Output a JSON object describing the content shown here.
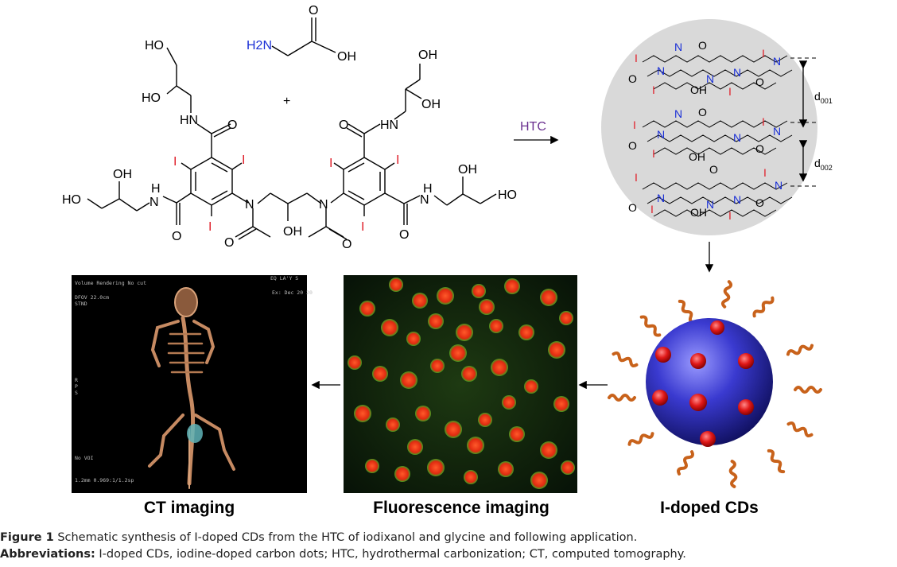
{
  "reaction": {
    "glycine_amine": "H2N",
    "glycine_oxygen": "O",
    "glycine_hydroxyl": "OH",
    "plus": "+",
    "arrow_label": "HTC",
    "iodixanol_labels": {
      "ho": "HO",
      "hn": "HN",
      "h": "H",
      "n": "N",
      "o": "O",
      "oh": "OH",
      "iodine": "I"
    }
  },
  "layers": {
    "d001_main": "d",
    "d001_sub": "001",
    "d002_main": "d",
    "d002_sub": "002",
    "atom_iodine": "I",
    "atom_nitrogen": "N",
    "atom_oxygen": "O",
    "group_hydroxyl": "OH"
  },
  "panels": {
    "ct_label": "CT imaging",
    "fluorescence_label": "Fluorescence imaging",
    "cd_label": "I-doped CDs",
    "ct_overlay": {
      "line1": "Volume Rendering    No cut",
      "line2": "DFOV 22.0cm",
      "line3": "STND",
      "top_right": "EQ LA'Y S",
      "top_right2": "Ex: Dec 20 20",
      "side_r": "R",
      "side_p": "P",
      "side_s": "S",
      "bottom1": "No VOI",
      "bottom2": "1.2mm 0.969:1/1.2sp"
    }
  },
  "caption": {
    "figure_label": "Figure 1",
    "figure_text": "Schematic synthesis of I-doped CDs from the HTC of iodixanol and glycine and following application.",
    "abbr_label": "Abbreviations:",
    "abbr_text": "I-doped CDs, iodine-doped carbon dots; HTC, hydrothermal carbonization; CT, computed tomography."
  },
  "colors": {
    "iodine": "#e0202a",
    "nitrogen": "#1a2fd6",
    "htc_label": "#6a2f8f",
    "sphere": "#3a3ad0",
    "ligand": "#c8621b",
    "dots": "#e01818",
    "circle_bg": "#d9d9d9"
  }
}
